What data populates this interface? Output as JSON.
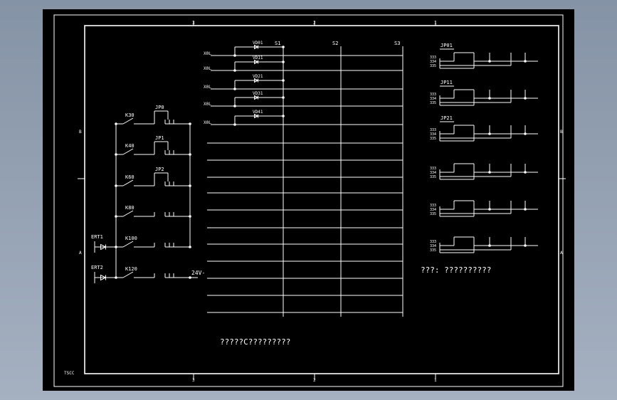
{
  "frame": {
    "col_markers_top": [
      "3",
      "2",
      "1"
    ],
    "col_markers_bottom": [
      "3",
      "2",
      "1"
    ],
    "row_markers_left": [
      "B",
      "A"
    ],
    "row_markers_right": [
      "B",
      "A"
    ],
    "corner_label": "TSCC"
  },
  "left_ladder": {
    "rungs": [
      {
        "contact": "K30",
        "relay": "JP0"
      },
      {
        "contact": "K40",
        "relay": "JP1"
      },
      {
        "contact": "K60",
        "relay": "JP2"
      },
      {
        "contact": "K80",
        "relay": ""
      },
      {
        "contact": "K100",
        "relay": ""
      },
      {
        "contact": "K120",
        "relay": ""
      }
    ],
    "diodes": [
      "ERT1",
      "ERT2"
    ],
    "supply_label": "24V-"
  },
  "input_block": {
    "inputs": [
      "X0L",
      "X0L",
      "X0L",
      "X0L",
      "X0L"
    ],
    "diodes": [
      "VD01",
      "VD11",
      "VD21",
      "VD31",
      "VD41"
    ],
    "bus_labels": [
      "S1",
      "S2",
      "S3"
    ]
  },
  "right_contacts": {
    "groups": [
      {
        "relay": "JP01",
        "pins": [
          "333",
          "334",
          "335"
        ]
      },
      {
        "relay": "JP11",
        "pins": [
          "333",
          "334",
          "335"
        ]
      },
      {
        "relay": "JP21",
        "pins": [
          "333",
          "334",
          "335"
        ]
      },
      {
        "relay": "",
        "pins": [
          "333",
          "334",
          "335"
        ]
      },
      {
        "relay": "",
        "pins": [
          "333",
          "334",
          "335"
        ]
      },
      {
        "relay": "",
        "pins": [
          "333",
          "334",
          "335"
        ]
      }
    ]
  },
  "notes": {
    "right_note": "???: ??????????",
    "bottom_note": "?????C?????????"
  }
}
